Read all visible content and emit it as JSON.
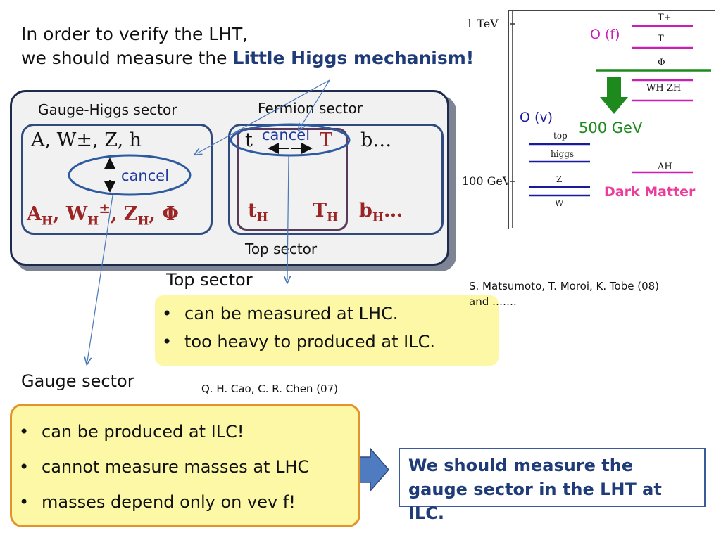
{
  "title": {
    "line1": "In order to verify the LHT,",
    "line2_prefix": "we should measure the ",
    "line2_highlight": "Little Higgs mechanism!"
  },
  "panel": {
    "gauge_label": "Gauge-Higgs sector",
    "fermion_label": "Fermion sector",
    "top_label": "Top sector",
    "gauge_light": "A,   W±,   Z,   h",
    "gauge_heavy": "AH, WH±, ZH,   Φ",
    "gauge_heavy_parts": [
      "A",
      "H",
      ", W",
      "H",
      "±",
      ", Z",
      "H",
      ",   Φ"
    ],
    "fermion_t": "t",
    "fermion_T": "T",
    "fermion_b": "b…",
    "fermion_tH_base": "t",
    "fermion_tH_sub": "H",
    "fermion_TH_base": "T",
    "fermion_TH_sub": "H",
    "fermion_bH_base": "b",
    "fermion_bH_sub": "H",
    "fermion_bH_tail": "…",
    "cancel_gauge": "cancel",
    "cancel_fermion": "cancel"
  },
  "top_sector": {
    "heading": "Top sector",
    "bullets": [
      "can be measured at LHC.",
      "too heavy to produced at ILC."
    ]
  },
  "gauge_sector": {
    "heading": "Gauge sector",
    "bullets": [
      "can be produced at ILC!",
      "cannot measure masses at LHC",
      "masses depend only on vev f!"
    ]
  },
  "conclusion": {
    "line1": "We should measure the",
    "line2": "gauge sector in the LHT at ILC."
  },
  "refs": {
    "matsumoto": "S. Matsumoto, T. Moroi, K. Tobe (08)",
    "matsumoto2": "and …….",
    "cao": "Q. H. Cao, C. R. Chen (07)"
  },
  "spectrum": {
    "axis_top": "1 TeV",
    "axis_bottom": "100 GeV",
    "of_label": "O (f)",
    "ov_label": "O (v)",
    "gev500": "500 GeV",
    "dark_matter": "Dark Matter",
    "levels_f": [
      "T+",
      "T-",
      "Φ",
      "WH  ZH",
      "AH"
    ],
    "levels_v": [
      "top",
      "higgs",
      "Z",
      "W"
    ],
    "colors": {
      "magenta": "#c81fb4",
      "green": "#1e8a1e",
      "blue": "#1a1a9c",
      "pink": "#ec3c9c"
    }
  }
}
